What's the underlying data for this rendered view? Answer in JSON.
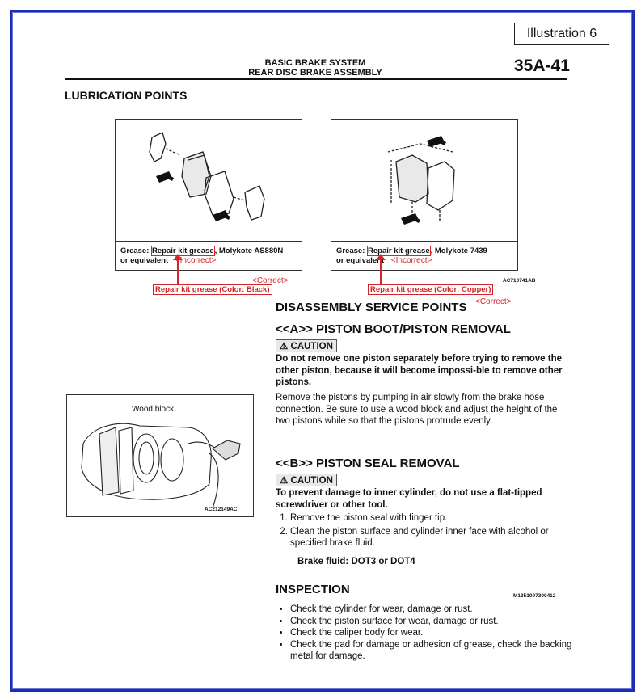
{
  "illustration_label": "Illustration 6",
  "header": {
    "line1": "BASIC BRAKE SYSTEM",
    "line2": "REAR DISC BRAKE ASSEMBLY",
    "page": "35A-41"
  },
  "lubrication": {
    "title": "LUBRICATION POINTS",
    "left": {
      "prefix": "Grease: ",
      "struck": "Repair kit grease",
      "suffix": ", Molykote AS880N",
      "line2": "or equivalent",
      "incorrect": "<Incorrect>",
      "correct": "<Correct>",
      "fix": "Repair kit grease (Color: Black)"
    },
    "right": {
      "prefix": "Grease: ",
      "struck": "Repair kit grease",
      "suffix": ", Molykote 7439",
      "line2": "or equivalent",
      "incorrect": "<Incorrect>",
      "correct": "<Correct>",
      "fix": "Repair kit grease (Color: Copper)",
      "code": "AC710741AB"
    }
  },
  "disassembly": {
    "title": "DISASSEMBLY SERVICE POINTS",
    "a_title": "<<A>> PISTON BOOT/PISTON REMOVAL",
    "caution": "CAUTION",
    "a_caution_text": "Do not remove one piston separately before trying to remove the other piston, because it will become impossi-ble to remove other pistons.",
    "a_body": "Remove the pistons by pumping in air slowly from the brake hose connection. Be sure to use a wood block and adjust the height of the two pistons while so that the pistons protrude evenly.",
    "b_title": "<<B>> PISTON SEAL REMOVAL",
    "b_caution_text": "To prevent damage to inner cylinder, do not use a flat-tipped screwdriver or other tool.",
    "steps": [
      "Remove the piston seal with finger tip.",
      "Clean the piston surface and cylinder inner face with alcohol or specified brake fluid."
    ],
    "brake_fluid": "Brake fluid: DOT3 or DOT4"
  },
  "figure": {
    "wood_block_label": "Wood block",
    "code": "AC212149AC"
  },
  "inspection": {
    "title": "INSPECTION",
    "code": "M1351007300412",
    "items": [
      "Check the cylinder for wear, damage or rust.",
      "Check the piston surface for wear, damage or rust.",
      "Check the caliper body for wear.",
      "Check the pad for damage or adhesion of grease, check the backing metal for damage."
    ]
  },
  "colors": {
    "frame": "#1b2fb6",
    "annotation": "#d4262a"
  }
}
